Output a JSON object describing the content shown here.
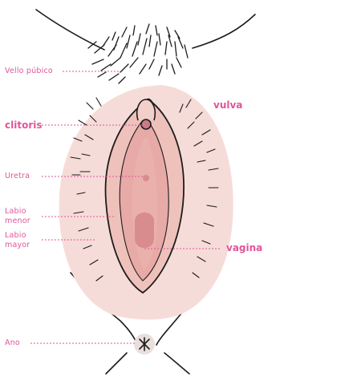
{
  "labels": {
    "vello_pubico": "Vello púbico",
    "clitoris": "clitoris",
    "uretra": "Uretra",
    "labio_menor": [
      "Labio",
      "menor"
    ],
    "labio_mayor": [
      "Labio",
      "mayor"
    ],
    "ano": "Ano",
    "vulva": "vulva",
    "vagina": "vagina"
  },
  "colors": {
    "label_pink": "#e0559a",
    "outer_skin": "#f6dcd8",
    "inner_skin": "#efc1bb",
    "inner_deep": "#e7aaa6",
    "vaginal_opening": "#d98c8c",
    "line_ink": "#1c1c1c"
  }
}
